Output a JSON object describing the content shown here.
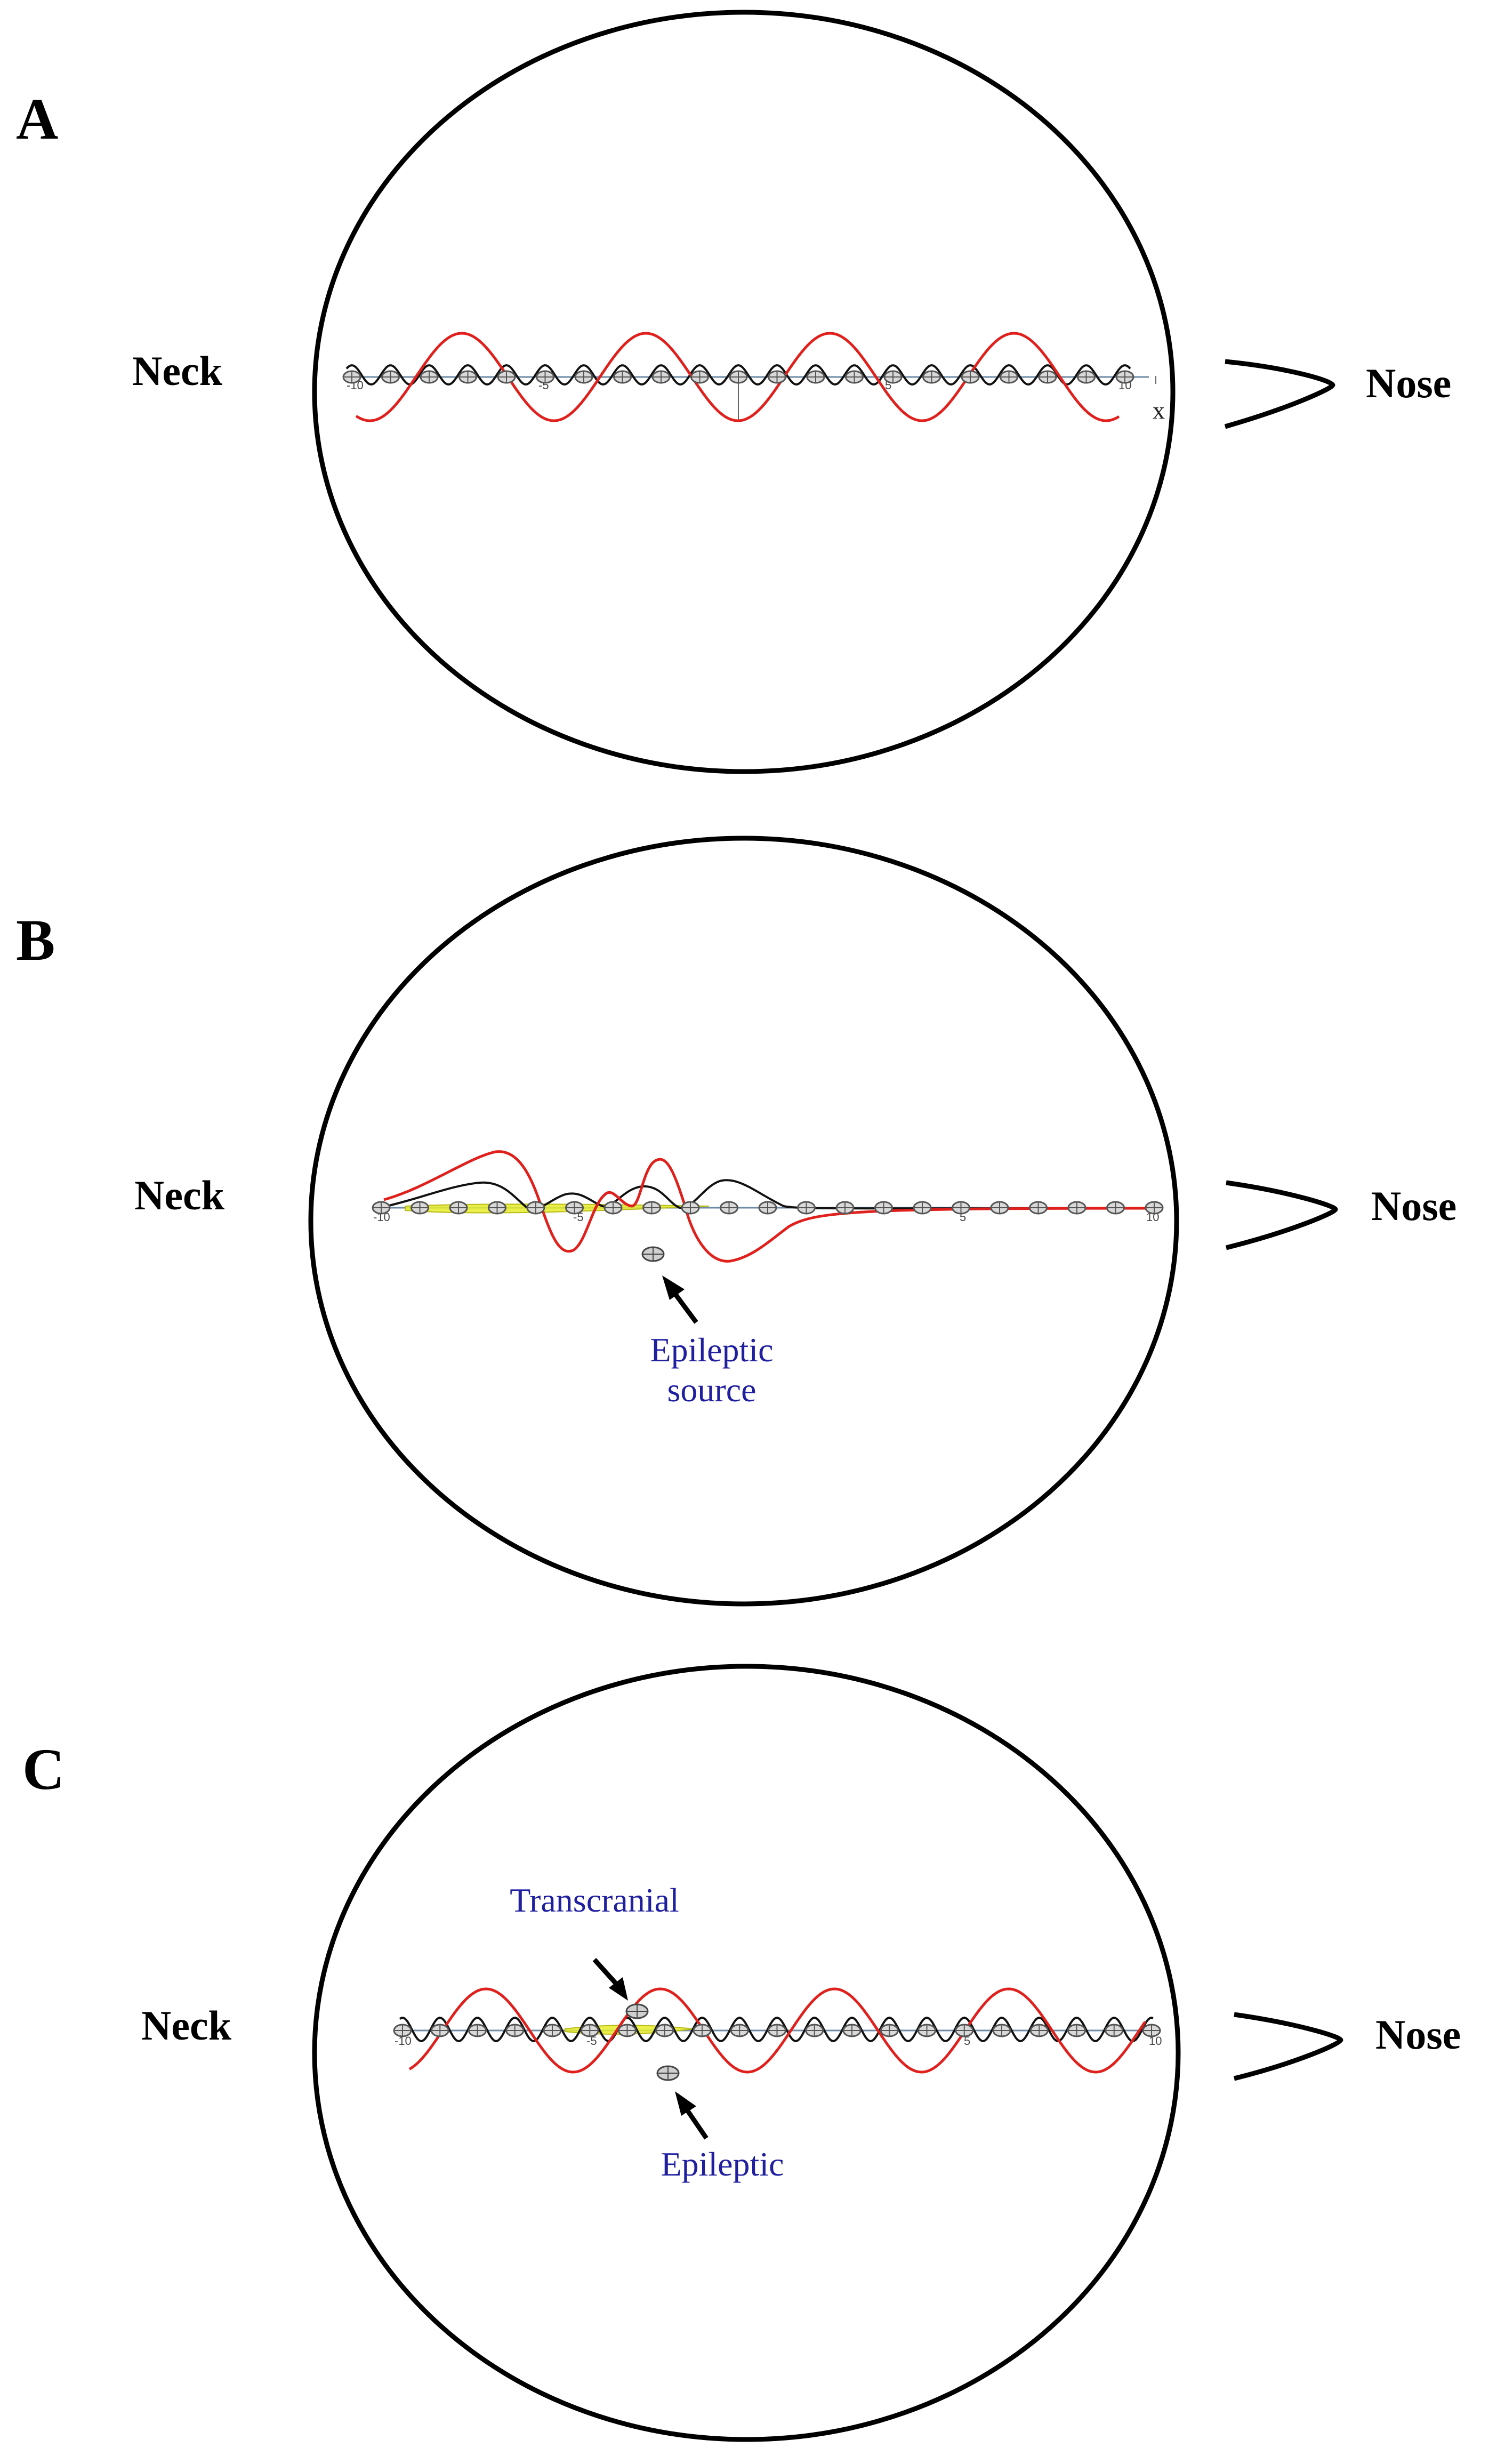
{
  "panels": [
    {
      "label": "A",
      "left_label": "Neck",
      "right_label": "Nose",
      "axis_label": "x",
      "tick_labels": [
        "-10",
        "-5",
        "5",
        "10"
      ],
      "annotations": []
    },
    {
      "label": "B",
      "left_label": "Neck",
      "right_label": "Nose",
      "tick_labels": [
        "-10",
        "-5",
        "5",
        "10"
      ],
      "annotations": [
        "Epileptic",
        "source"
      ]
    },
    {
      "label": "C",
      "left_label": "Neck",
      "right_label": "Nose",
      "tick_labels": [
        "-10",
        "-5",
        "5",
        "10"
      ],
      "annotations": [
        "Transcranial",
        "Epileptic"
      ]
    }
  ],
  "colors": {
    "outline": "#000000",
    "red_wave": "#e0201c",
    "black_wave": "#111111",
    "highlight": "#e6ec2a",
    "annotation_text": "#1f1fa0",
    "electrode": "#d9d9d9"
  },
  "icons": [
    "head-outline-icon",
    "nose-icon",
    "electrode-icon",
    "arrow-icon"
  ]
}
